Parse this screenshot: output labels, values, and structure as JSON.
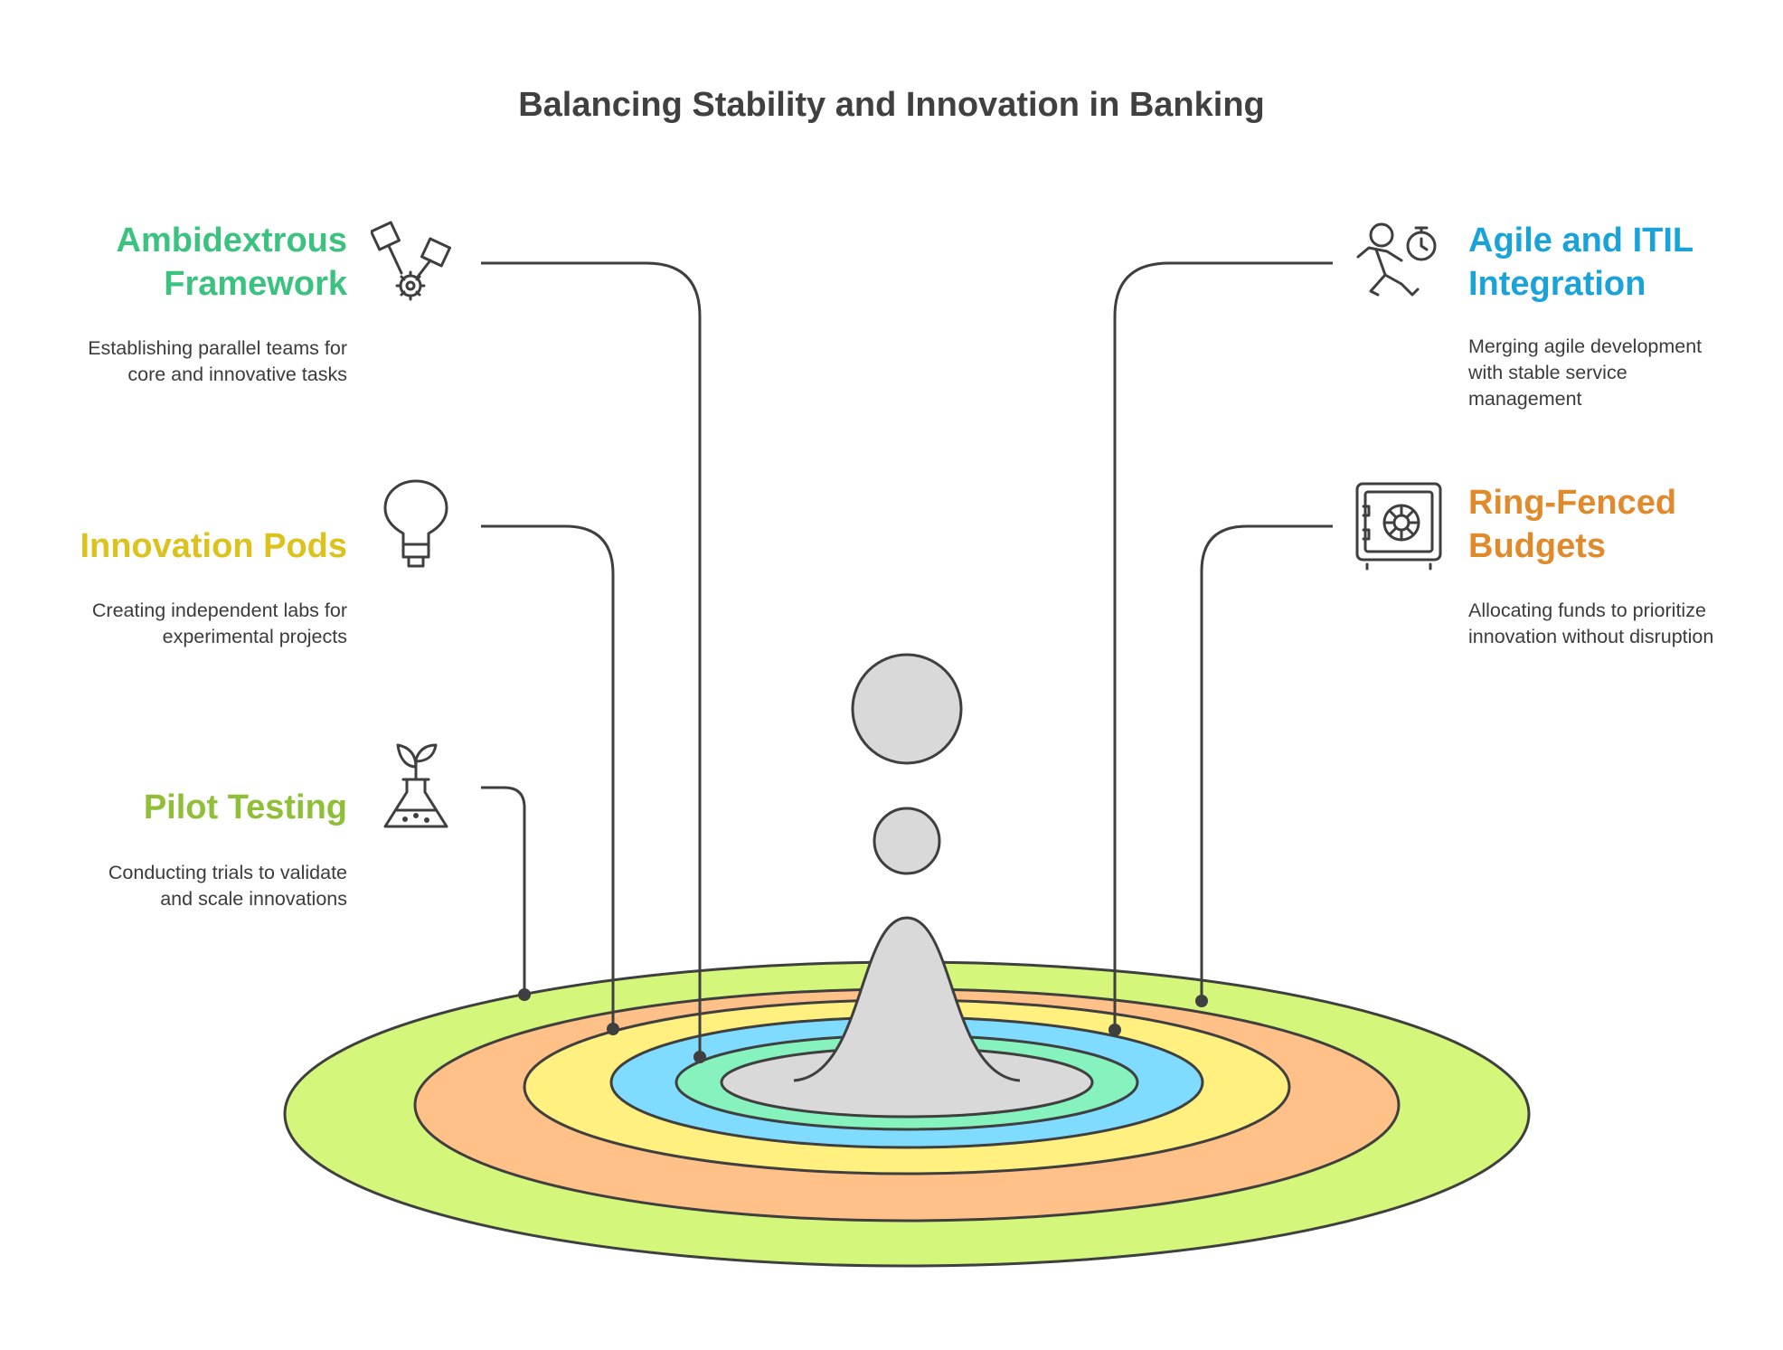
{
  "title": "Balancing Stability and Innovation in Banking",
  "colors": {
    "ambidextrous": "#3cc27f",
    "innovation_pods": "#dcc21c",
    "pilot_testing": "#8fbf36",
    "agile_itil": "#1aa3d9",
    "ring_fenced": "#e08a2c",
    "ring_green": "#d4f67a",
    "ring_orange": "#ffc187",
    "ring_yellow": "#fff080",
    "ring_blue": "#7fdcff",
    "ring_mint": "#86f2be",
    "center_gray": "#d9d9d9",
    "stroke": "#3f3f3f"
  },
  "left_items": [
    {
      "heading_line1": "Ambidextrous",
      "heading_line2": "Framework",
      "desc_line1": "Establishing parallel teams for",
      "desc_line2": "core and innovative tasks",
      "icon": "tools-gear-icon"
    },
    {
      "heading_line1": "Innovation Pods",
      "desc_line1": "Creating independent labs for",
      "desc_line2": "experimental projects",
      "icon": "lightbulb-icon"
    },
    {
      "heading_line1": "Pilot Testing",
      "desc_line1": "Conducting trials to validate",
      "desc_line2": "and scale innovations",
      "icon": "flask-sprout-icon"
    }
  ],
  "right_items": [
    {
      "heading_line1": "Agile and ITIL",
      "heading_line2": "Integration",
      "desc_line1": "Merging agile development",
      "desc_line2": "with stable service",
      "desc_line3": "management",
      "icon": "runner-stopwatch-icon"
    },
    {
      "heading_line1": "Ring-Fenced",
      "heading_line2": "Budgets",
      "desc_line1": "Allocating funds to prioritize",
      "desc_line2": "innovation without disruption",
      "icon": "safe-icon"
    }
  ]
}
